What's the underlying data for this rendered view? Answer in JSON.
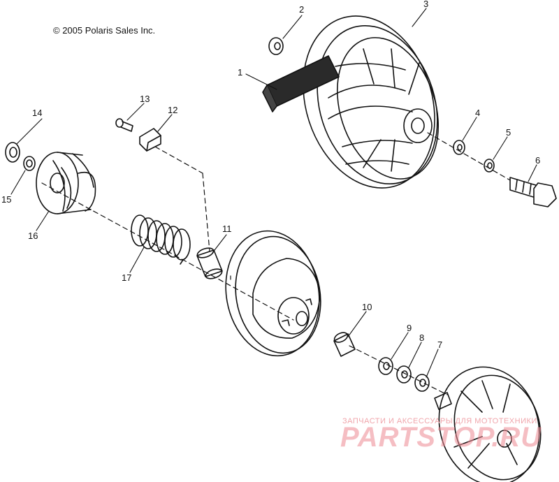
{
  "copyright": "© 2005 Polaris Sales Inc.",
  "callouts": [
    "1",
    "2",
    "3",
    "4",
    "5",
    "6",
    "7",
    "8",
    "9",
    "10",
    "11",
    "12",
    "13",
    "14",
    "15",
    "16",
    "17"
  ],
  "watermark": {
    "tagline": "ЗАПЧАСТИ И АКСЕССУАРЫ ДЛЯ МОТОТЕХНИКИ",
    "logo": "PARTSTOP.RU"
  },
  "colors": {
    "line": "#111111",
    "belt_fill": "#2a2a2a",
    "watermark": "#ee8a93"
  }
}
